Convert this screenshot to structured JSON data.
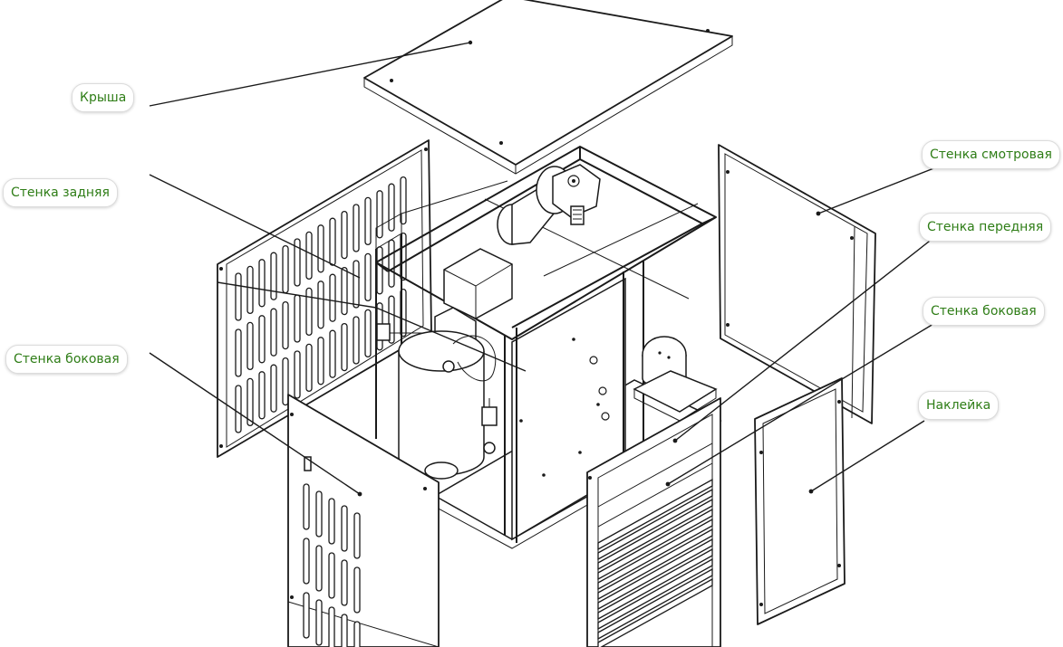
{
  "labels": {
    "roof": "Крыша",
    "back_wall": "Стенка задняя",
    "side_wall_left": "Стенка боковая",
    "view_wall": "Стенка смотровая",
    "front_wall": "Стенка передняя",
    "side_wall_right": "Стенка боковая",
    "sticker": "Наклейка"
  }
}
